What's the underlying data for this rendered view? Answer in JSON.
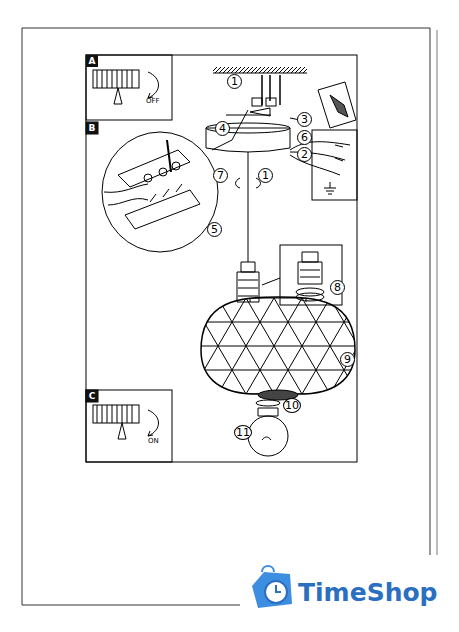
{
  "diagram": {
    "labels": [
      "A",
      "OFF",
      "B",
      "1",
      "3",
      "4",
      "6",
      "2",
      "7",
      "1",
      "5",
      "8",
      "9",
      "10",
      "11",
      "C",
      "ON",
      "TimeShop"
    ]
  }
}
